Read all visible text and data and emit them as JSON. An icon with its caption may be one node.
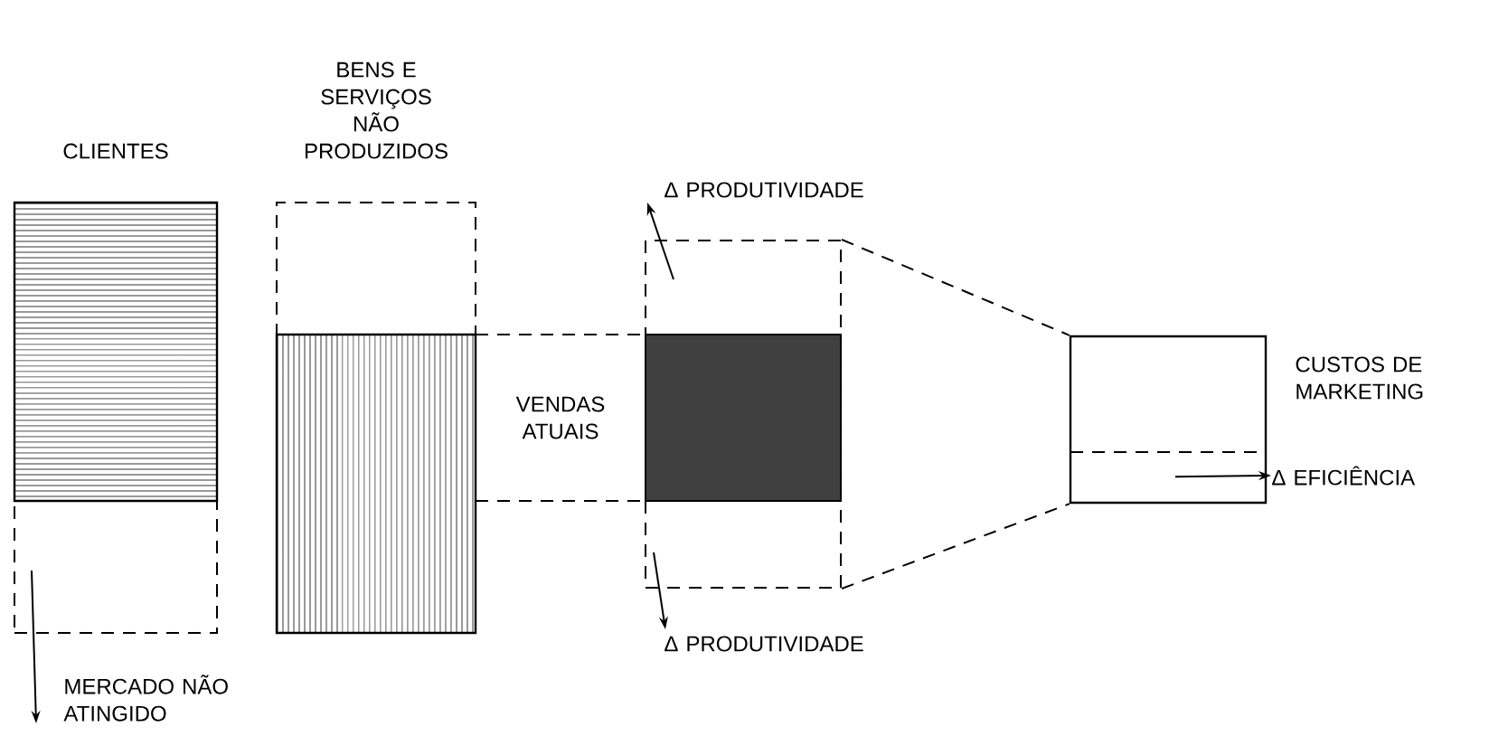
{
  "diagram": {
    "nodes": [
      {
        "text": [
          "CLIENTES"
        ]
      },
      {
        "text": [],
        "shape": "box"
      },
      {
        "text": [
          "MERCADO NÃO ATINGIDO"
        ]
      },
      {
        "text": [
          "BENS E SERVIÇOS NÃO PRODUZIDOS"
        ]
      },
      {
        "text": [],
        "shape": "box"
      },
      {
        "text": [
          "VENDAS ATUAIS"
        ]
      },
      {
        "text": [],
        "shape": "box"
      },
      {
        "text": [],
        "shape": "box",
        "in": 6
      },
      {
        "text": [
          "Δ PRODUTIVIDADE"
        ]
      },
      {
        "text": [
          "Δ PRODUTIVIDADE"
        ]
      },
      {
        "text": [],
        "shape": "box",
        "beside": [
          "CUSTOS DE MARKETING"
        ]
      },
      {
        "text": [
          "Δ EFICIÊNCIA"
        ]
      }
    ],
    "edges": [
      {
        "from": 1,
        "to": 2,
        "arrow": "to"
      },
      {
        "from": 6,
        "to": 8,
        "arrow": "to"
      },
      {
        "from": 6,
        "to": 9,
        "arrow": "to"
      },
      {
        "from": 6,
        "to": 10,
        "arrow": "none",
        "style": "dashed"
      },
      {
        "from": 6,
        "to": 10,
        "arrow": "none",
        "style": "dashed"
      },
      {
        "from": 10,
        "to": 11,
        "arrow": "to"
      }
    ]
  }
}
